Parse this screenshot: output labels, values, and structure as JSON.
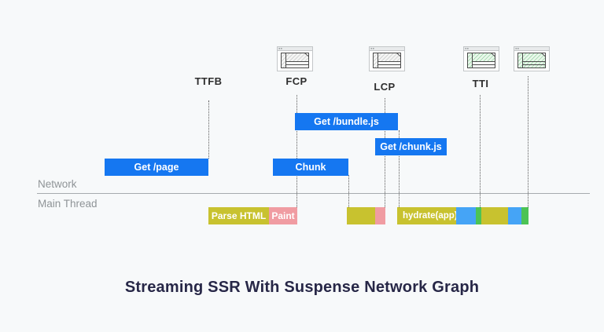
{
  "title": "Streaming SSR With Suspense Network Graph",
  "lanes": {
    "network": "Network",
    "main_thread": "Main Thread"
  },
  "milestones": [
    {
      "id": "ttfb",
      "label": "TTFB"
    },
    {
      "id": "fcp",
      "label": "FCP"
    },
    {
      "id": "lcp",
      "label": "LCP"
    },
    {
      "id": "tti",
      "label": "TTI"
    }
  ],
  "network_bars": [
    {
      "id": "get-page",
      "label": "Get /page"
    },
    {
      "id": "get-bundle",
      "label": "Get /bundle.js"
    },
    {
      "id": "get-chunk-js",
      "label": "Get /chunk.js"
    },
    {
      "id": "chunk",
      "label": "Chunk"
    }
  ],
  "main_thread_bars": [
    {
      "id": "parse-html",
      "label": "Parse HTML",
      "color": "#c8c22f"
    },
    {
      "id": "paint",
      "label": "Paint",
      "color": "#f09ca2"
    },
    {
      "id": "chunk-work",
      "label": "",
      "color": "#c8c22f"
    },
    {
      "id": "chunk-paint",
      "label": "",
      "color": "#f09ca2"
    },
    {
      "id": "hydrate",
      "label": "hydrate(app)",
      "color": "#c8c22f"
    },
    {
      "id": "task-blue-1",
      "label": "",
      "color": "#45a4f6"
    },
    {
      "id": "task-green-1",
      "label": "",
      "color": "#4cc355"
    },
    {
      "id": "task-olive-2",
      "label": "",
      "color": "#c8c22f"
    },
    {
      "id": "task-blue-2",
      "label": "",
      "color": "#45a4f6"
    },
    {
      "id": "task-green-2",
      "label": "",
      "color": "#4cc355"
    }
  ],
  "icons": [
    {
      "id": "fcp-window",
      "name": "browser-window-icon",
      "hatch": "gray"
    },
    {
      "id": "lcp-window",
      "name": "browser-window-icon",
      "hatch": "gray"
    },
    {
      "id": "tti-window",
      "name": "browser-window-icon",
      "hatch": "green"
    },
    {
      "id": "final-window",
      "name": "browser-window-icon",
      "hatch": "green-full"
    }
  ],
  "colors": {
    "background": "#f7f9fa",
    "network_bar_blue": "#1577f1",
    "olive": "#c8c22f",
    "pink": "#f09ca2",
    "task_blue": "#45a4f6",
    "task_green": "#4cc355",
    "title_text": "#272747",
    "lane_label_text": "#8f9497",
    "icon_hatch_green": "#78c787",
    "icon_hatch_gray": "#b6b9ba"
  }
}
